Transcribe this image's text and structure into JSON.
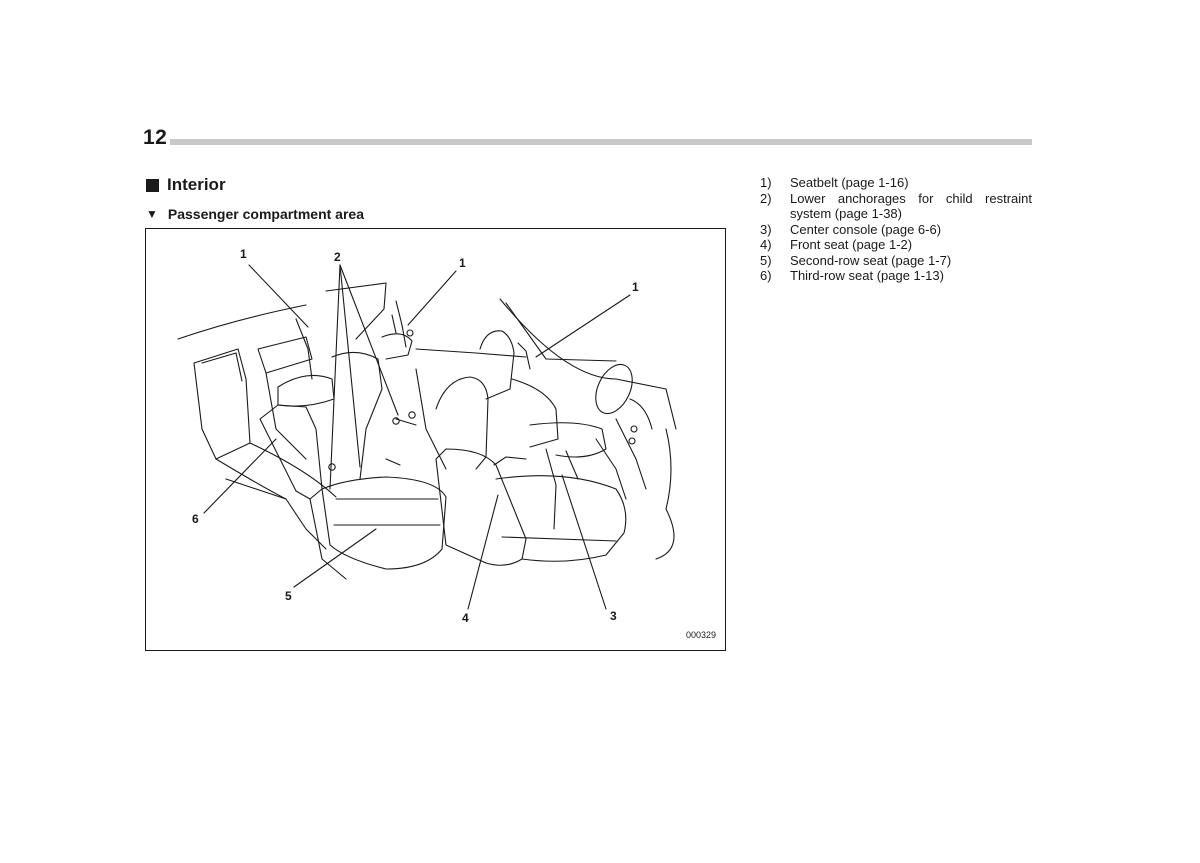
{
  "page_number": "12",
  "section": {
    "title": "Interior",
    "bullet_icon": "square-bullet-icon"
  },
  "subsection": {
    "title": "Passenger compartment area",
    "bullet_icon": "down-triangle-icon",
    "marker": "▼"
  },
  "figure": {
    "callouts": {
      "c1_left": "1",
      "c2": "2",
      "c1_mid": "1",
      "c1_right": "1",
      "c6": "6",
      "c5": "5",
      "c4": "4",
      "c3": "3"
    },
    "code": "000329"
  },
  "legend": [
    {
      "num": "1)",
      "text": "Seatbelt (page 1-16)"
    },
    {
      "num": "2)",
      "text": "Lower anchorages for child restraint",
      "cont": "system (page 1-38)"
    },
    {
      "num": "3)",
      "text": "Center console (page 6-6)"
    },
    {
      "num": "4)",
      "text": "Front seat (page 1-2)"
    },
    {
      "num": "5)",
      "text": "Second-row seat (page 1-7)"
    },
    {
      "num": "6)",
      "text": "Third-row seat (page 1-13)"
    }
  ]
}
